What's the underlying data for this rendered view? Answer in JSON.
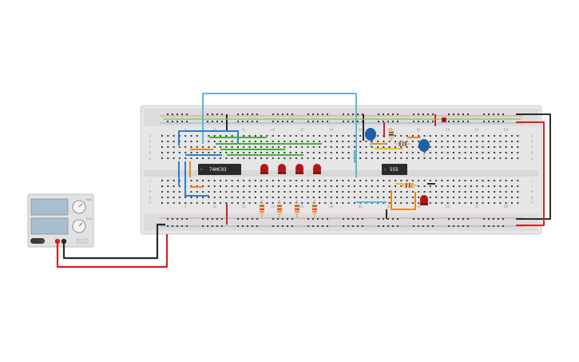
{
  "canvas": {
    "background": "#ffffff"
  },
  "breadboard": {
    "colors": {
      "board": "#e6e6e6",
      "rail_red": "#e05050",
      "rail_blue": "#5080c8",
      "hole": "#3a3a3a"
    },
    "column_numbers": [
      "5",
      "10",
      "15",
      "20",
      "25",
      "30",
      "35",
      "40",
      "45",
      "50",
      "55",
      "60"
    ],
    "row_letters_top": [
      "a",
      "b",
      "c",
      "d",
      "e"
    ],
    "row_letters_bottom": [
      "f",
      "g",
      "h",
      "i",
      "j"
    ]
  },
  "chips": [
    {
      "id": "counter-chip",
      "label": "74HC93"
    },
    {
      "id": "timer-chip",
      "label": "555"
    }
  ],
  "power_supply": {
    "button_label": "ON",
    "dial_labels": [
      "Volt",
      "Curr"
    ]
  },
  "wire_colors": {
    "red": "#d42020",
    "black": "#2a2a2a",
    "lightblue": "#5fb6d6",
    "green": "#4caf3a",
    "orange": "#e88a1a",
    "blue": "#2a7fd0",
    "yellow": "#e8c61a"
  },
  "components": {
    "led_color": "#b01818",
    "cap_color": "#1f5fa8",
    "resistor_body": "#e8c98f",
    "indicator_led": "#d42020"
  }
}
